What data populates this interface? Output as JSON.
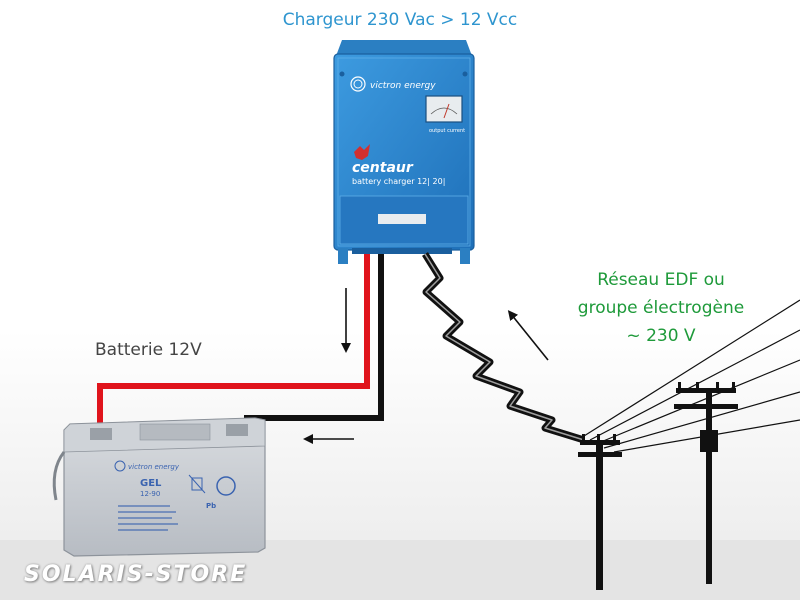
{
  "title": "Chargeur 230 Vac > 12 Vcc",
  "charger": {
    "brand": "victron energy",
    "model": "centaur",
    "subtitle": "battery charger 12| 20|",
    "meter_label": "output current"
  },
  "battery": {
    "label": "Batterie 12V",
    "brand": "victron energy",
    "type_line1": "GEL",
    "type_line2": "12-90",
    "pb": "Pb"
  },
  "grid": {
    "line1": "Réseau EDF ou",
    "line2": "groupe électrogène",
    "line3": "~ 230 V"
  },
  "watermark": "SOLARIS-STORE",
  "colors": {
    "title": "#2e95cf",
    "grid_label": "#1e9a3a",
    "charger_body": "#2a86d0",
    "positive_cable": "#e0141c",
    "negative_cable": "#111111"
  }
}
